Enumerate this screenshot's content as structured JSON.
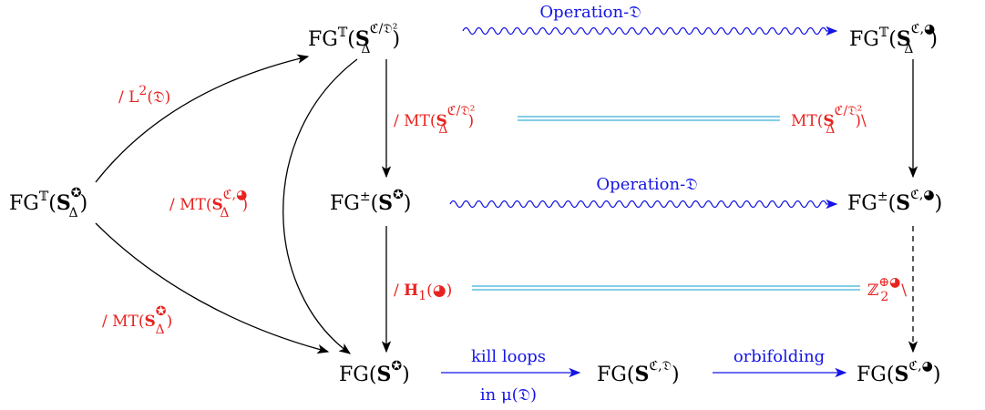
{
  "nodes": {
    "top_left": {
      "base": "FG",
      "sup": "𝕋",
      "open": "(",
      "S": "S",
      "sub": "Δ",
      "ssup": "ℭ/𝔇²",
      "close": ")"
    },
    "top_right": {
      "base": "FG",
      "sup": "𝕋",
      "open": "(",
      "S": "S",
      "sub": "Δ",
      "ssup": "ℭ,◕",
      "close": ")"
    },
    "left": {
      "base": "FG",
      "sup": "𝕋",
      "open": "(",
      "S": "S",
      "sub": "Δ",
      "ssup": "✪",
      "close": ")"
    },
    "mid_center": {
      "base": "FG",
      "sup": "±",
      "open": "(",
      "S": "S",
      "ssup": "✪",
      "close": ")"
    },
    "mid_right": {
      "base": "FG",
      "sup": "±",
      "open": "(",
      "S": "S",
      "ssup": "ℭ,◕",
      "close": ")"
    },
    "bottom_left": {
      "base": "FG",
      "open": "(",
      "S": "S",
      "ssup": "✪",
      "close": ")"
    },
    "bottom_mid": {
      "base": "FG",
      "open": "(",
      "S": "S",
      "ssup": "ℭ,𝔇",
      "close": ")"
    },
    "bottom_right": {
      "base": "FG",
      "open": "(",
      "S": "S",
      "ssup": "ℭ,◕",
      "close": ")"
    }
  },
  "labels": {
    "op_top": "Operation-𝔇",
    "op_mid": "Operation-𝔇",
    "kill_loops": "kill loops",
    "in_mu": "in μ(𝔇)",
    "orbifolding": "orbifolding",
    "l2": {
      "pre": "/ L",
      "sup": "2",
      "post": "(𝔇)"
    },
    "mt_top_left": {
      "pre": "/ MT(",
      "S": "S",
      "sub": "Δ",
      "ssup": "ℭ/𝔇²",
      "post": ")"
    },
    "mt_top_right": {
      "pre": "MT(",
      "S": "S",
      "sub": "Δ",
      "ssup": "ℭ/𝔇²",
      "post": ")\\"
    },
    "mt_curve": {
      "pre": "/ MT(",
      "S": "S",
      "sub": "Δ",
      "ssup": "ℭ,◕",
      "post": ")"
    },
    "mt_bottom_left": {
      "pre": "/ MT(",
      "S": "S",
      "sub": "Δ",
      "ssup": "✪",
      "post": ")"
    },
    "h1": {
      "pre": "/ ",
      "H": "H",
      "sub": "1",
      "post": "(◕)"
    },
    "z2": {
      "Z": "ℤ",
      "sub": "2",
      "ssup": "⊕◕",
      "post": "\\"
    }
  },
  "colors": {
    "arrow": "#000000",
    "blue": "#1414e6",
    "red": "#e8231f",
    "equal": "#3ab0d8"
  }
}
